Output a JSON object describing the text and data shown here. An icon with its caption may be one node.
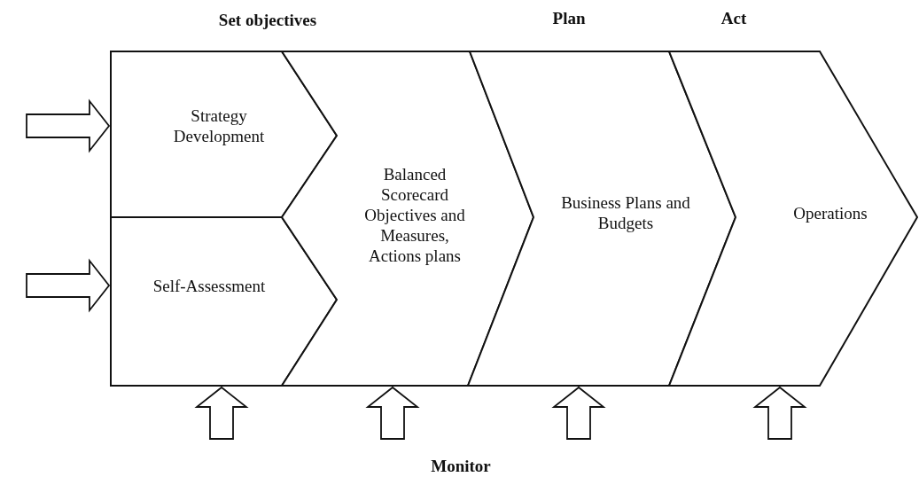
{
  "diagram": {
    "nodes": [
      {
        "text": [
          "Strategy Development"
        ]
      },
      {
        "text": [
          "Self-Assessment"
        ]
      },
      {
        "text": [
          "Balanced Scorecard Objectives and Measures, Actions plans"
        ]
      },
      {
        "text": [
          "Business Plans and Budgets"
        ]
      },
      {
        "text": [
          "Operations"
        ]
      }
    ],
    "edges": [
      {
        "from": null,
        "to": 0,
        "arrow": "to"
      },
      {
        "from": null,
        "to": 1,
        "arrow": "to"
      },
      {
        "from": null,
        "to": 1,
        "arrow": "to"
      },
      {
        "from": null,
        "to": 2,
        "arrow": "to"
      },
      {
        "from": null,
        "to": 3,
        "arrow": "to"
      },
      {
        "from": null,
        "to": 4,
        "arrow": "to"
      }
    ],
    "labels": [
      "Set objectives",
      "Plan",
      "Act",
      "Monitor"
    ]
  }
}
